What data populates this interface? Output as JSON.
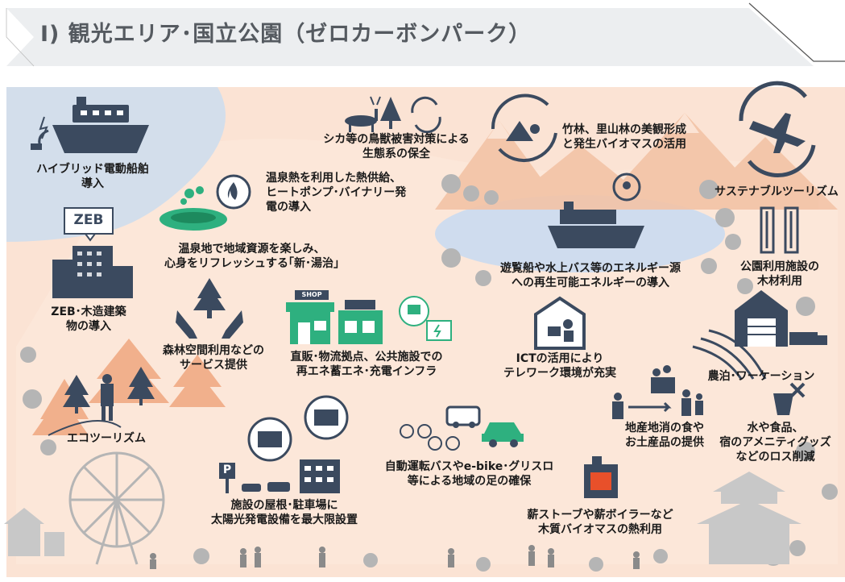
{
  "title": "I) 観光エリア･国立公園（ゼロカーボンパーク）",
  "zeb_sign": "ZEB",
  "shop_sign": "SHOP",
  "parking_sign": "P",
  "colors": {
    "banner": "#eceef0",
    "title_text": "#555a60",
    "land": "#fbe3d4",
    "sky": "#d3deeb",
    "lake": "#cfdcee",
    "icon_dark": "#3b4a5f",
    "tree_orange": "#f1b08c",
    "tree_grey": "#b5b5b5",
    "shop_green": "#2eb07f"
  },
  "labels": {
    "hybrid_ship": [
      "ハイブリッド電動船舶",
      "導入"
    ],
    "deer": [
      "シカ等の鳥獣被害対策による",
      "生態系の保全"
    ],
    "bamboo": [
      "竹林、里山林の美観形成",
      "と発生バイオマスの活用"
    ],
    "sustainable": [
      "サステナブルツーリズム"
    ],
    "onsen_heat": [
      "温泉熱を利用した熱供給、",
      "ヒートポンプ･バイナリー発",
      "電の導入"
    ],
    "onsen_area": [
      "温泉地で地域資源を楽しみ、",
      "心身をリフレッシュする｢新･湯治｣"
    ],
    "zeb": [
      "ZEB･木造建築",
      "物の導入"
    ],
    "cruise": [
      "遊覧船や水上バス等のエネルギー源",
      "への再生可能エネルギーの導入"
    ],
    "wood": [
      "公園利用施設の",
      "木材利用"
    ],
    "forest": [
      "森林空間利用などの",
      "サービス提供"
    ],
    "shop": [
      "直販･物流拠点、公共施設での",
      "再エネ蓄エネ･充電インフラ"
    ],
    "ict": [
      "ICTの活用により",
      "テレワーク環境が充実"
    ],
    "agri": [
      "農泊･ワーケーション"
    ],
    "eco": [
      "エコツーリズム"
    ],
    "local_food": [
      "地産地消の食や",
      "お土産品の提供"
    ],
    "loss": [
      "水や食品、",
      "宿のアメニティグッズ",
      "などのロス削減"
    ],
    "mobility": [
      "自動運転バスやe-bike･グリスロ",
      "等による地域の足の確保"
    ],
    "solar": [
      "施設の屋根･駐車場に",
      "太陽光発電設備を最大限設置"
    ],
    "biomass_heat": [
      "薪ストーブや薪ボイラーなど",
      "木質バイオマスの熱利用"
    ]
  }
}
